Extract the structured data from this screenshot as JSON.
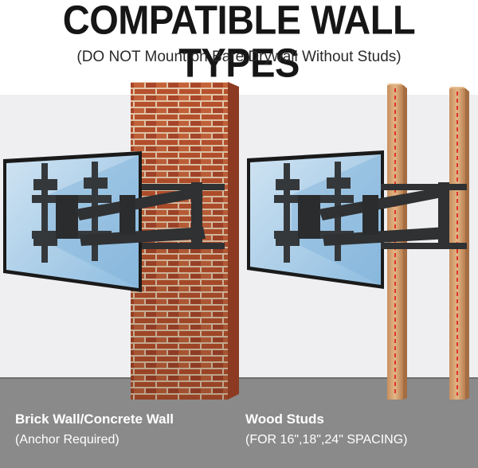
{
  "header": {
    "title": "COMPATIBLE WALL TYPES",
    "subtitle": "(DO NOT Mount on Bare Drywall Without Studs)"
  },
  "panels": [
    {
      "label": "Brick Wall/Concrete Wall",
      "note": "(Anchor Required)"
    },
    {
      "label": "Wood Studs",
      "note": "(FOR 16\",18\",24\" SPACING)"
    }
  ],
  "colors": {
    "wall": "#efeff1",
    "floor": "#8a8a8a",
    "brick": "#b8512d",
    "mortar": "#e3c7a9",
    "stud": "#d6a474",
    "stud_line": "#e0342a",
    "screen": "#a6cbe6",
    "mount": "#2f3133"
  }
}
